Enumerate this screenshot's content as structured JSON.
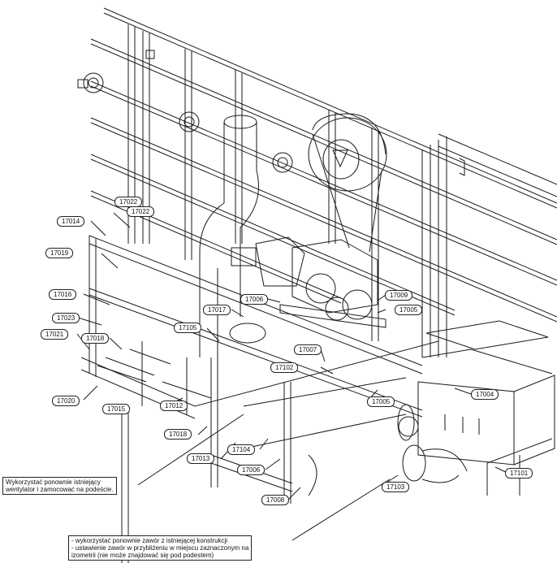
{
  "tags": [
    {
      "id": "t1",
      "label": "17022"
    },
    {
      "id": "t2",
      "label": "17022"
    },
    {
      "id": "t3",
      "label": "17014"
    },
    {
      "id": "t4",
      "label": "17019"
    },
    {
      "id": "t5",
      "label": "17016"
    },
    {
      "id": "t6",
      "label": "17023"
    },
    {
      "id": "t7",
      "label": "17021"
    },
    {
      "id": "t8",
      "label": "17018"
    },
    {
      "id": "t9",
      "label": "17020"
    },
    {
      "id": "t10",
      "label": "17015"
    },
    {
      "id": "t11",
      "label": "17012"
    },
    {
      "id": "t12",
      "label": "17018"
    },
    {
      "id": "t13",
      "label": "17013"
    },
    {
      "id": "t14",
      "label": "17105"
    },
    {
      "id": "t15",
      "label": "17017"
    },
    {
      "id": "t16",
      "label": "17006"
    },
    {
      "id": "t17",
      "label": "17009"
    },
    {
      "id": "t18",
      "label": "17005"
    },
    {
      "id": "t19",
      "label": "17007"
    },
    {
      "id": "t20",
      "label": "17102"
    },
    {
      "id": "t21",
      "label": "17104"
    },
    {
      "id": "t22",
      "label": "17006"
    },
    {
      "id": "t23",
      "label": "17008"
    },
    {
      "id": "t24",
      "label": "17005"
    },
    {
      "id": "t25",
      "label": "17004"
    },
    {
      "id": "t26",
      "label": "17103"
    },
    {
      "id": "t27",
      "label": "17101"
    }
  ],
  "notes": {
    "fan": {
      "lines": [
        "Wykorzystać ponownie istniejący",
        "wentylator i zamocować na podeście."
      ]
    },
    "valve": {
      "lines": [
        "- wykorzystać ponownie zawór z istniejącej konstrukcji",
        "- ustawienie zawór w przybliżeniu w miejscu zaznaczonym na",
        "izometrii (nie może znajdować się pod podestem)"
      ]
    }
  }
}
